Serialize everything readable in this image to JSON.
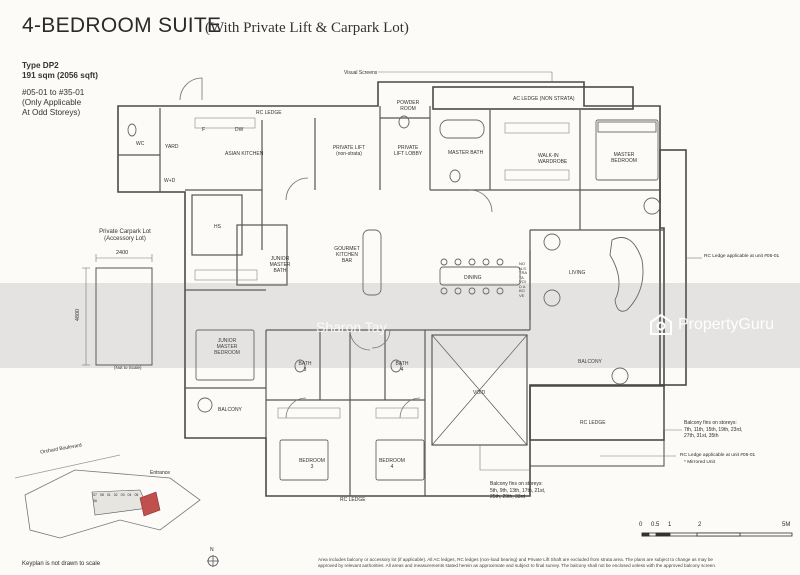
{
  "title": {
    "main": "4-BEDROOM SUITE",
    "sub": "(With Private Lift & Carpark Lot)"
  },
  "unit": {
    "type": "Type DP2",
    "area": "191 sqm (2056 sqft)",
    "units_line1": "#05-01 to #35-01",
    "units_line2": "(Only Applicable",
    "units_line3": "At Odd Storeys)"
  },
  "carpark": {
    "title1": "Private Carpark Lot",
    "title2": "(Accessory Lot)",
    "width": "2400",
    "length": "4800",
    "scale_note": "(Not to Scale)"
  },
  "rooms": {
    "visual_screens": "Visual Screens",
    "ac_ledge_top": "AC LEDGE (NON STRATA)",
    "rc_ledge_top": "RC LEDGE",
    "powder_room": "POWDER ROOM",
    "private_lift_lobby": "PRIVATE LIFT LOBBY",
    "master_bath": "MASTER BATH",
    "walk_in_wardrobe": "WALK-IN WARDROBE",
    "master_bedroom": "MASTER BEDROOM",
    "wc": "WC",
    "yard": "YARD",
    "asian_kitchen": "ASIAN KITCHEN",
    "private_lift": "PRIVATE LIFT (non-strata)",
    "hs": "HS",
    "junior_master_bath": "JUNIOR MASTER BATH",
    "gourmet_kitchen_bar": "GOURMET KITCHEN BAR",
    "dining": "DINING",
    "living": "LIVING",
    "junior_master_bedroom": "JUNIOR MASTER BEDROOM",
    "balcony_left": "BALCONY",
    "balcony_right": "BALCONY",
    "bath3": "BATH 3",
    "bath4": "BATH 4",
    "void": "VOID",
    "bedroom3": "BEDROOM 3",
    "bedroom4": "BEDROOM 4",
    "rc_ledge_bottom": "RC LEDGE",
    "rc_ledge_right": "RC LEDGE",
    "non_strata_void": "NON-STRATA VOID ABOVE",
    "fridge_f": "F",
    "dw": "DW",
    "wd": "W+D"
  },
  "annotations": {
    "rc_ledge_05": "RC Ledge applicable at unit #05-01",
    "rc_ledge_05_lower": "RC Ledge applicable at unit #05-01",
    "balcony_fins_1_title": "Balcony fins on storeys:",
    "balcony_fins_1_l1": "7th, 11th, 15th, 19th, 23rd,",
    "balcony_fins_1_l2": "27th, 31st, 35th",
    "balcony_fins_2_title": "Balcony fins on storeys:",
    "balcony_fins_2_l1": "5th, 9th, 13th, 17th, 21st,",
    "balcony_fins_2_l2": "25th, 29th, 33rd",
    "mirrored_unit": "* Mirrored Unit"
  },
  "keyplan": {
    "road": "Orchard Boulevard",
    "entrance": "Entrance",
    "note": "Keyplan is not drawn to scale",
    "north": "N",
    "block_labels": [
      "01",
      "02",
      "03",
      "04",
      "05",
      "06",
      "07",
      "08"
    ],
    "highlight_color": "#c0504d"
  },
  "scale_bar": {
    "ticks": [
      "0",
      "0.5",
      "1",
      "2",
      "5M"
    ]
  },
  "footnote": {
    "line1": "Area includes balcony or accessory lot (if applicable). All AC ledges, RC ledges (non-load bearing) and Private Lift Shaft are excluded from strata area. The plans are subject to change as may be",
    "line2": "approved by relevant authorities. All areas and measurements stated herein as approximate and subject to final survey. The balcony shall not be enclosed unless with the approved balcony screen."
  },
  "watermark": {
    "brand": "PropertyGuru",
    "agent": "Sharon Tay"
  }
}
